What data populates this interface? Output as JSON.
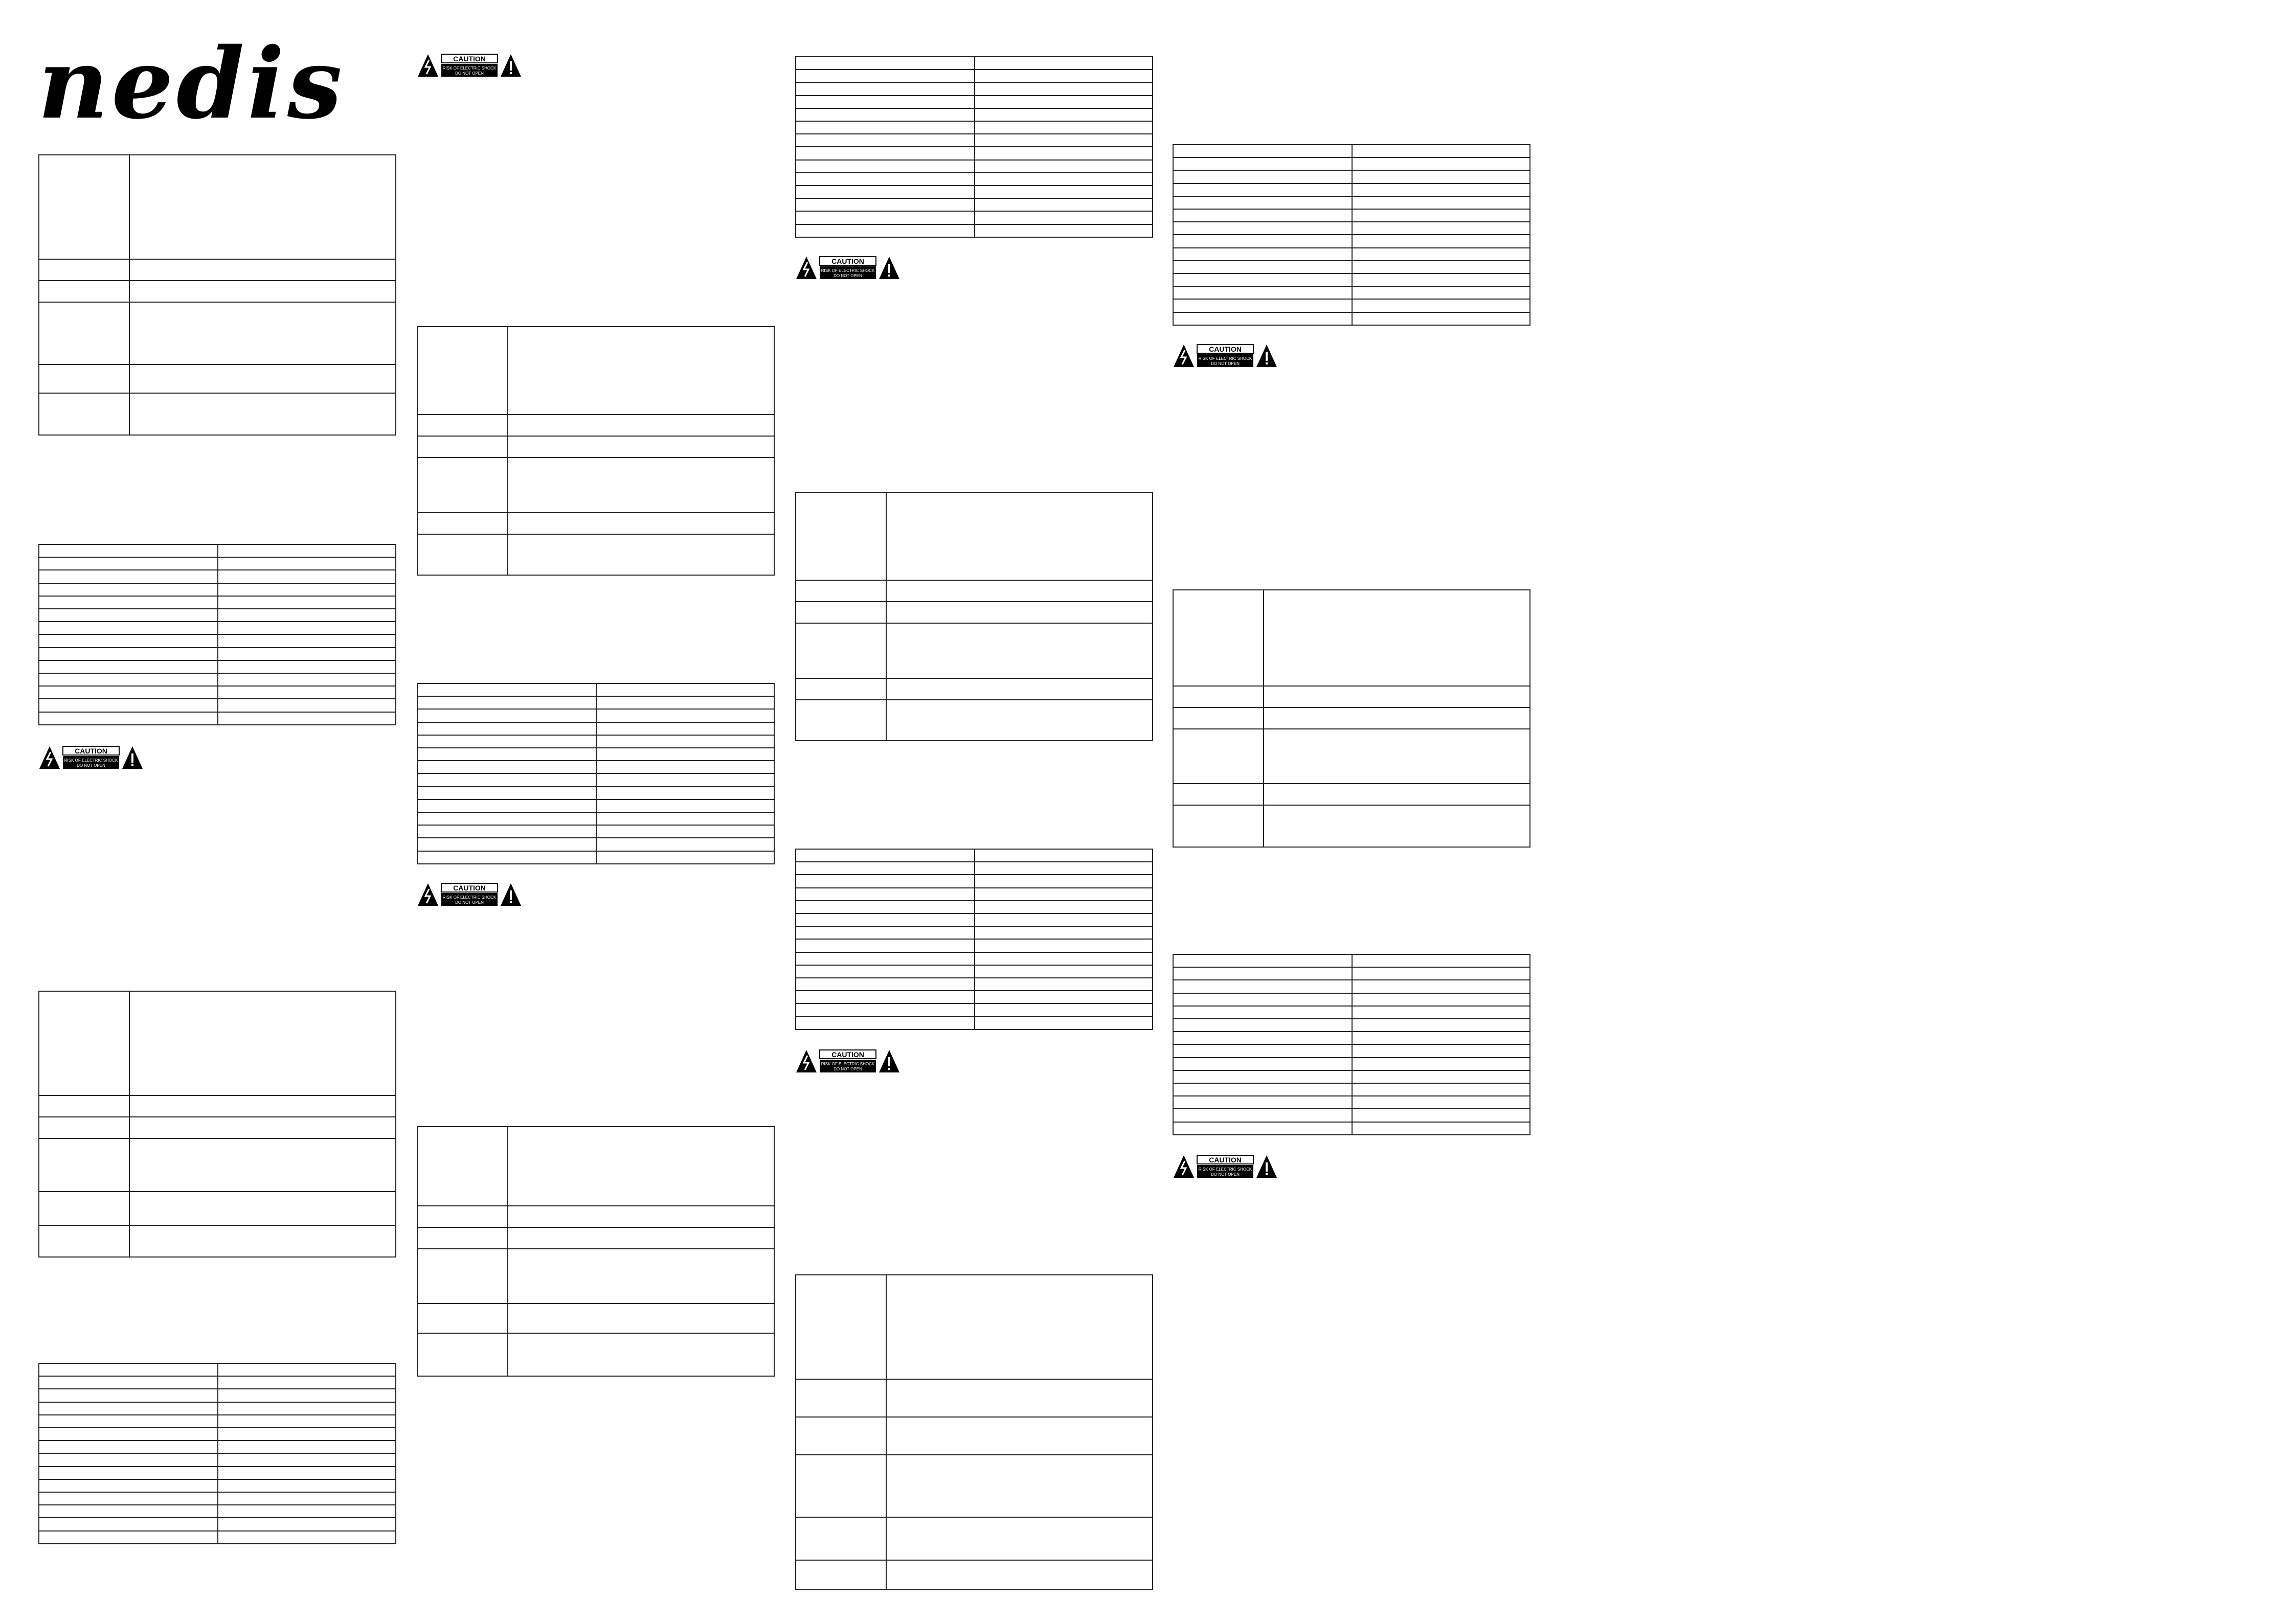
{
  "brand": {
    "logo_text": "nedis"
  },
  "caution_label": {
    "title": "CAUTION",
    "line1": "RISK OF ELECTRIC SHOCK",
    "line2": "DO NOT OPEN"
  },
  "colors": {
    "ink": "#000000",
    "rule": "#222222",
    "paper": "#ffffff"
  },
  "icons": {
    "shock": "lightning-triangle-icon",
    "warning": "exclamation-triangle-icon"
  },
  "spec_table": {
    "columns": 2,
    "rows": 6
  },
  "spec_list": {
    "columns": 2,
    "rows": 14
  }
}
